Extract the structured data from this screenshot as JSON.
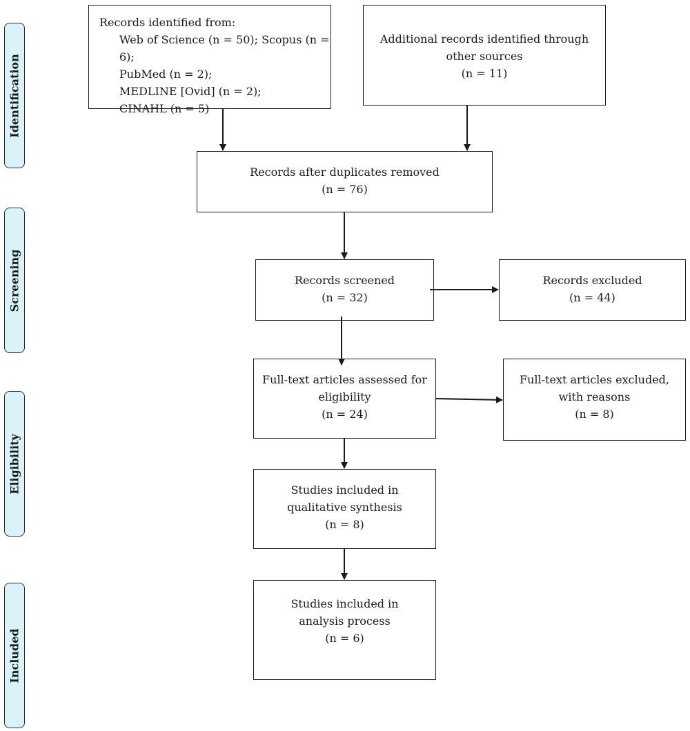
{
  "stages": {
    "identification": "Identification",
    "screening": "Screening",
    "eligibility": "Eligibility",
    "included": "Included"
  },
  "boxes": {
    "identified": {
      "heading": "Records identified from:",
      "lines": [
        "Web of Science (n = 50); Scopus (n = 6);",
        "PubMed (n = 2);",
        "MEDLINE [Ovid] (n = 2);",
        "CINAHL (n = 5)"
      ]
    },
    "additional": {
      "line1": "Additional records identified through",
      "line2": "other sources",
      "count": "(n = 11)"
    },
    "after_duplicates": {
      "line1": "Records after duplicates removed",
      "count": "(n = 76)"
    },
    "screened": {
      "line1": "Records screened",
      "count": "(n = 32)"
    },
    "excluded": {
      "line1": "Records excluded",
      "count": "(n = 44)"
    },
    "fulltext_assessed": {
      "line1": "Full-text articles assessed for",
      "line2": "eligibility",
      "count": "(n = 24)"
    },
    "fulltext_excluded": {
      "line1": "Full-text articles excluded,",
      "line2": "with reasons",
      "count": "(n = 8)"
    },
    "qualitative": {
      "line1": "Studies included in",
      "line2": "qualitative synthesis",
      "count": "(n = 8)"
    },
    "analysis": {
      "line1": "Studies included in",
      "line2": "analysis process",
      "count": "(n = 6)"
    }
  }
}
